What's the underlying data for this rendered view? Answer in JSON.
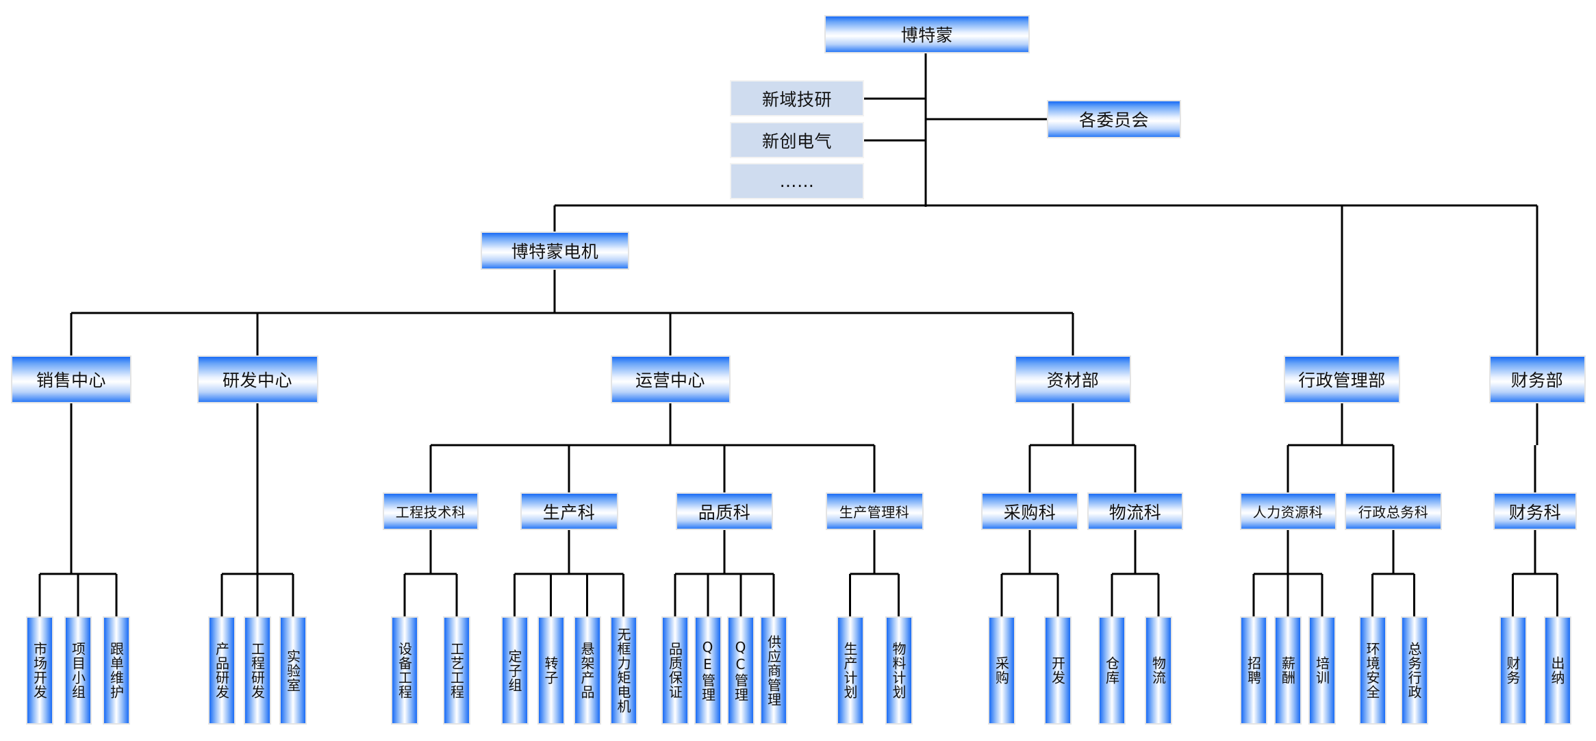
{
  "title": "博特蒙",
  "root": {
    "id": "root",
    "label": "博特蒙"
  },
  "affiliates": [
    {
      "id": "aff1",
      "label": "新域技研"
    },
    {
      "id": "aff2",
      "label": "新创电气"
    },
    {
      "id": "aff3",
      "label": "……"
    }
  ],
  "committee": {
    "id": "committee",
    "label": "各委员会"
  },
  "subsidiary": {
    "id": "sub",
    "label": "博特蒙电机"
  },
  "departments": [
    {
      "id": "d1",
      "label": "销售中心",
      "sections": [
        {
          "id": "d1-leaves",
          "label": null,
          "leaves": [
            "市场开发",
            "项目小组",
            "跟单维护"
          ]
        }
      ]
    },
    {
      "id": "d2",
      "label": "研发中心",
      "sections": [
        {
          "id": "d2-leaves",
          "label": null,
          "leaves": [
            "产品研发",
            "工程研发",
            "实验室"
          ]
        }
      ]
    },
    {
      "id": "d3",
      "label": "运营中心",
      "sections": [
        {
          "id": "s31",
          "label": "工程技术科",
          "leaves": [
            "设备工程",
            "工艺工程"
          ]
        },
        {
          "id": "s32",
          "label": "生产科",
          "leaves": [
            "定子组",
            "转子",
            "悬架产品",
            "无框力矩电机"
          ]
        },
        {
          "id": "s33",
          "label": "品质科",
          "leaves": [
            "品质保证",
            "QE管理",
            "QC管理",
            "供应商管理"
          ]
        },
        {
          "id": "s34",
          "label": "生产管理科",
          "leaves": [
            "生产计划",
            "物料计划"
          ]
        }
      ]
    },
    {
      "id": "d4",
      "label": "资材部",
      "sections": [
        {
          "id": "s41",
          "label": "采购科",
          "leaves": [
            "采购",
            "开发"
          ]
        },
        {
          "id": "s42",
          "label": "物流科",
          "leaves": [
            "仓库",
            "物流"
          ]
        }
      ]
    },
    {
      "id": "d5",
      "label": "行政管理部",
      "sections": [
        {
          "id": "s51",
          "label": "人力资源科",
          "leaves": [
            "招聘",
            "薪酬",
            "培训"
          ]
        },
        {
          "id": "s52",
          "label": "行政总务科",
          "leaves": [
            "环境安全",
            "总务行政"
          ]
        }
      ]
    },
    {
      "id": "d6",
      "label": "财务部",
      "sections": [
        {
          "id": "s61",
          "label": "财务科",
          "leaves": [
            "财务",
            "出纳"
          ]
        }
      ]
    }
  ],
  "colors": {
    "box_edge_blue": "#1a6cf5",
    "box_center": "#ffffff",
    "affiliate_fill": "#cfdcef",
    "line": "#000000"
  }
}
